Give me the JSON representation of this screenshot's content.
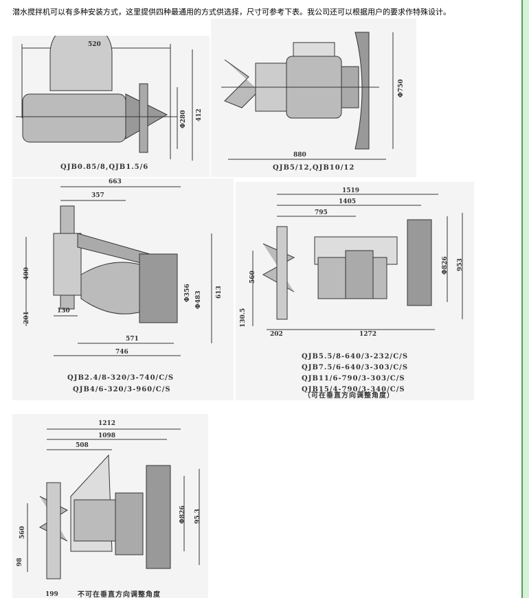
{
  "intro_text": "潜水搅拌机可以有多种安装方式，这里提供四种最通用的方式供选择，尺寸可参考下表。我公司还可以根据用户的要求作特殊设计。",
  "figures": [
    {
      "caption": "QJB0.85/8,QJB1.5/6",
      "dims": {
        "length": "520",
        "dia": "Φ280",
        "height": "412"
      }
    },
    {
      "caption": "QJB5/12,QJB10/12",
      "dims": {
        "length": "880",
        "dia": "Φ750"
      }
    },
    {
      "captions": [
        "QJB2.4/8-320/3-740/C/S",
        "QJB4/6-320/3-960/C/S"
      ],
      "dims": {
        "top": "663",
        "arm": "357",
        "h400": "400",
        "h201": "201",
        "w130": "130",
        "d356": "Φ356",
        "d483": "Φ483",
        "h613": "613",
        "w571": "571",
        "w746": "746"
      }
    },
    {
      "captions": [
        "QJB5.5/8-640/3-232/C/S",
        "QJB7.5/6-640/3-303/C/S",
        "QJB11/6-790/3-303/C/S",
        "QJB15/4-790/3-340/C/S",
        "（可在垂直方向调整角度）"
      ],
      "dims": {
        "w1519": "1519",
        "w1405": "1405",
        "w795": "795",
        "h560": "560",
        "h130": "130.5",
        "w202": "202",
        "w1272": "1272",
        "d826": "Φ826",
        "h953": "953"
      }
    },
    {
      "caption": "不可在垂直方向调整角度",
      "dims": {
        "w1212": "1212",
        "w1098": "1098",
        "w508": "508",
        "h560": "560",
        "h98": "98",
        "w199": "199",
        "d826": "Φ826",
        "h953": "95.3"
      }
    }
  ]
}
